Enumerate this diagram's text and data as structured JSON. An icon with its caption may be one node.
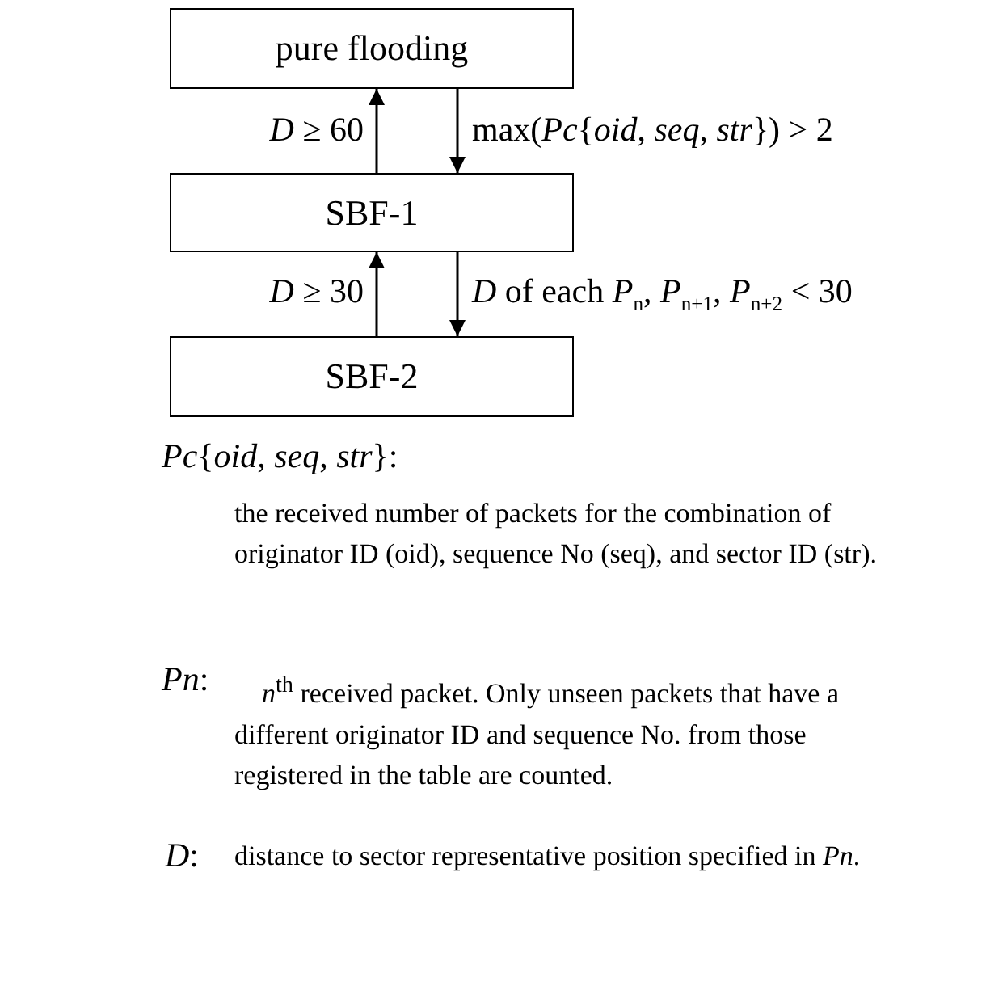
{
  "diagram": {
    "nodes": [
      {
        "text": [
          "pure flooding"
        ]
      },
      {
        "text": [
          "SBF-1"
        ]
      },
      {
        "text": [
          "SBF-2"
        ]
      }
    ],
    "edges": [
      {
        "from": 1,
        "to": 0,
        "arrow": "to",
        "label": "*D* ≥ 60"
      },
      {
        "from": 0,
        "to": 1,
        "arrow": "to",
        "label": "max(*Pc*{*oid*, *seq*, *str*}) > 2"
      },
      {
        "from": 2,
        "to": 1,
        "arrow": "to",
        "label": "*D* ≥ 30"
      },
      {
        "from": 1,
        "to": 2,
        "arrow": "to",
        "label": "*D* of each *P*$_{n}$, *P*$_{n+1}$, *P*$_{n+2}$ < 30"
      }
    ],
    "labels": [
      "*Pc*{*oid*, *seq*, *str*}:",
      "the received number of packets for the combination of originator ID (oid), sequence No (seq), and sector ID (str).",
      "*Pn*:",
      "*n*$^{th}$ received packet. Only unseen packets that have a different originator ID and sequence No. from those registered in the table are counted.",
      "*D*:",
      "distance to sector representative position specified in *Pn*."
    ]
  }
}
